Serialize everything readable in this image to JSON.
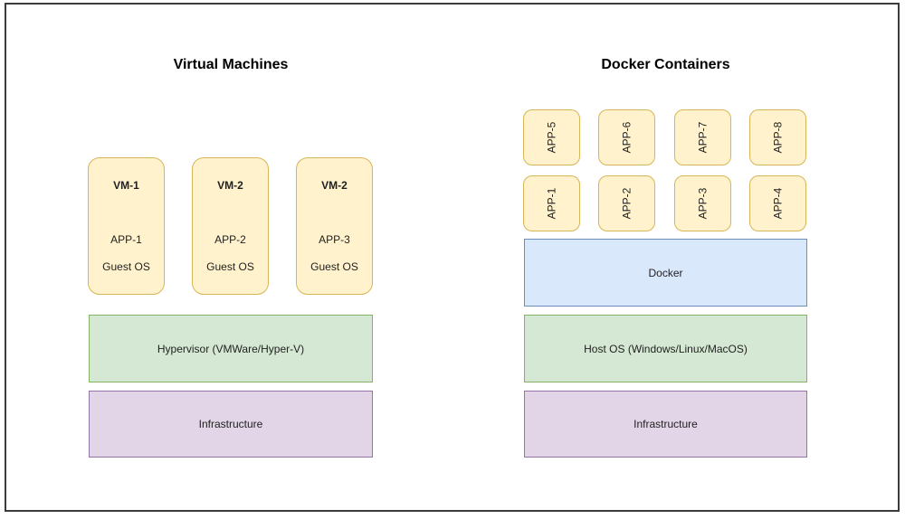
{
  "left": {
    "title": "Virtual Machines",
    "vms": [
      {
        "name": "VM-1",
        "app": "APP-1",
        "os": "Guest OS"
      },
      {
        "name": "VM-2",
        "app": "APP-2",
        "os": "Guest OS"
      },
      {
        "name": "VM-2",
        "app": "APP-3",
        "os": "Guest OS"
      }
    ],
    "layers": [
      {
        "label": "Hypervisor (VMWare/Hyper-V)",
        "fill": "#d5e8d4",
        "stroke": "#82b366"
      },
      {
        "label": "Infrastructure",
        "fill": "#e1d5e7",
        "stroke": "#9673a6"
      }
    ]
  },
  "right": {
    "title": "Docker Containers",
    "apps_row1": [
      "APP-5",
      "APP-6",
      "APP-7",
      "APP-8"
    ],
    "apps_row2": [
      "APP-1",
      "APP-2",
      "APP-3",
      "APP-4"
    ],
    "layers": [
      {
        "label": "Docker",
        "fill": "#dae8fc",
        "stroke": "#6c8ebf"
      },
      {
        "label": "Host OS (Windows/Linux/MacOS)",
        "fill": "#d5e8d4",
        "stroke": "#82b366"
      },
      {
        "label": "Infrastructure",
        "fill": "#e1d5e7",
        "stroke": "#9673a6"
      }
    ]
  },
  "colors": {
    "app_fill": "#fff2cc",
    "app_stroke": "#d6b656",
    "page_border": "#3c3c3c",
    "background": "#ffffff"
  }
}
